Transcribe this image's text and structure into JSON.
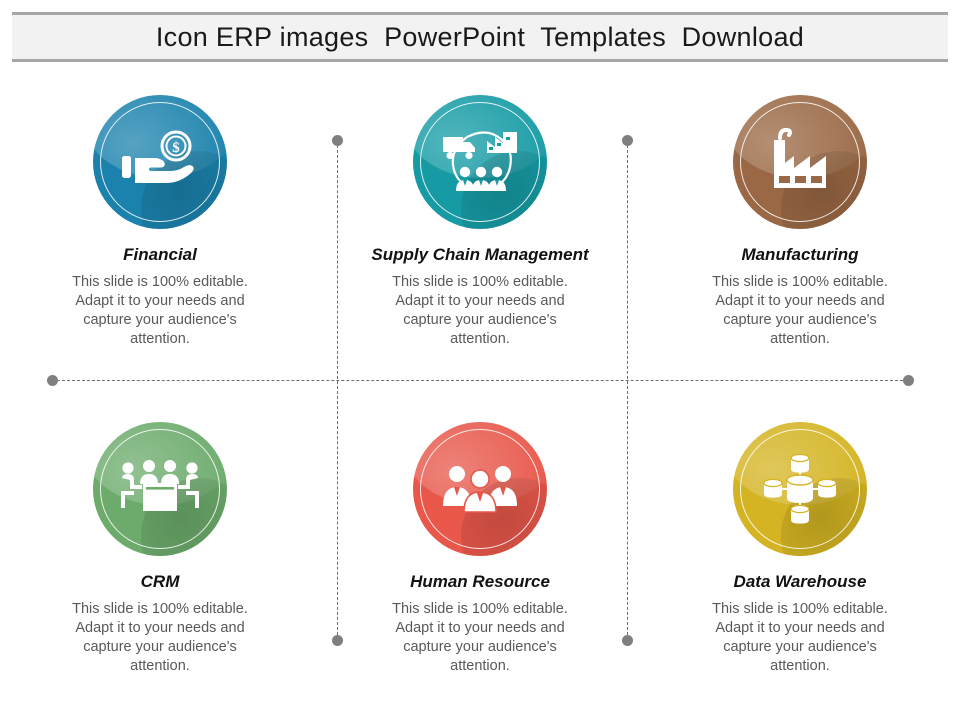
{
  "header": {
    "title": "Icon ERP images  PowerPoint  Templates  Download"
  },
  "body_text": "This slide is 100% editable. Adapt it to your needs and capture your audience's attention.",
  "colors": {
    "financial": "#1b82ad",
    "supply_chain": "#169ba5",
    "manufacturing": "#9a6844",
    "crm": "#6cab6c",
    "human_resource": "#e8574a",
    "data_warehouse": "#d4b422",
    "title_bar_bg": "#f2f2f2",
    "title_bar_border": "#a6a6a6",
    "connector": "#6e6e6e",
    "node_dot": "#7f7f7f",
    "heading_text": "#121212",
    "body_text": "#595959"
  },
  "cards": [
    {
      "id": "financial",
      "title": "Financial",
      "body": "This slide is 100% editable. Adapt it to your needs and capture your audience's attention.",
      "icon": "hand-holding-dollar-coin-icon",
      "color": "#1b82ad"
    },
    {
      "id": "supply-chain-management",
      "title": "Supply Chain Management",
      "body": "This slide is 100% editable. Adapt it to your needs and capture your audience's attention.",
      "icon": "truck-factory-people-cycle-icon",
      "color": "#169ba5"
    },
    {
      "id": "manufacturing",
      "title": "Manufacturing",
      "body": "This slide is 100% editable. Adapt it to your needs and capture your audience's attention.",
      "icon": "factory-icon",
      "color": "#9a6844"
    },
    {
      "id": "crm",
      "title": "CRM",
      "body": "This slide is 100% editable. Adapt it to your needs and capture your audience's attention.",
      "icon": "people-at-table-icon",
      "color": "#6cab6c"
    },
    {
      "id": "human-resource",
      "title": "Human Resource",
      "body": "This slide is 100% editable. Adapt it to your needs and capture your audience's attention.",
      "icon": "three-business-people-icon",
      "color": "#e8574a"
    },
    {
      "id": "data-warehouse",
      "title": "Data Warehouse",
      "body": "This slide is 100% editable. Adapt it to your needs and capture your audience's attention.",
      "icon": "database-network-icon",
      "color": "#d4b422"
    }
  ]
}
